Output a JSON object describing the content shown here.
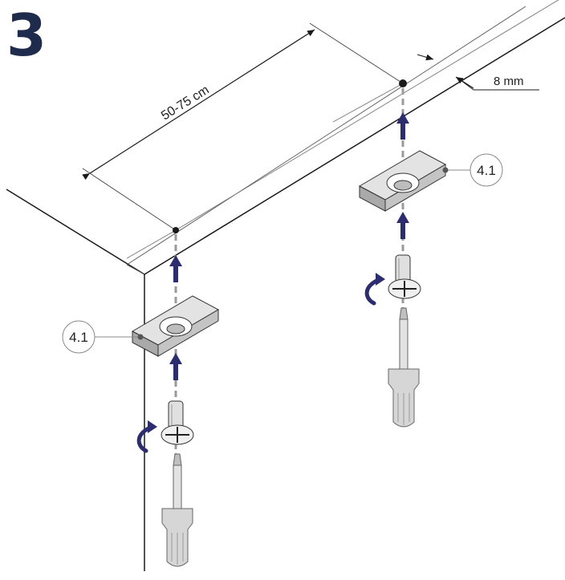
{
  "step_number": "3",
  "dimensions": {
    "spacing": "50-75 cm",
    "edge_offset": "8 mm"
  },
  "callouts": {
    "part_left": "4.1",
    "part_right": "4.1"
  },
  "colors": {
    "arrow": "#2b2d6e",
    "line": "#1a1a1a",
    "guide": "#9a9a9a",
    "part_fill": "#d8d8d8",
    "part_dark": "#8f8f8f",
    "step_number": "#1f2b4d"
  }
}
